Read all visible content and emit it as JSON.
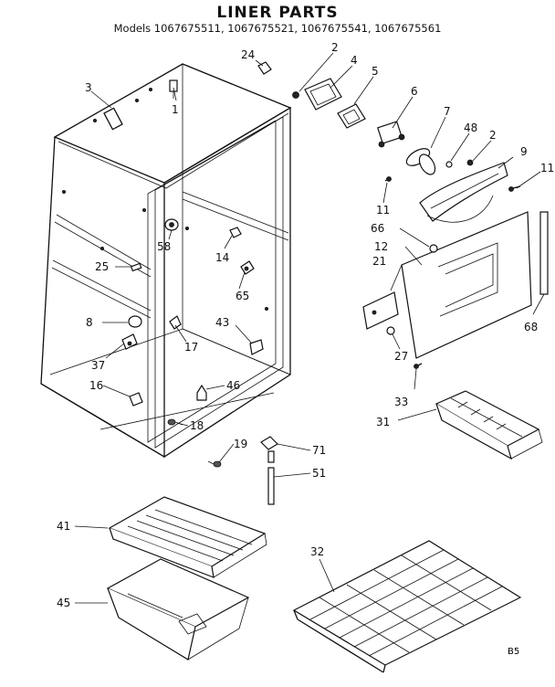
{
  "header": {
    "title": "LINER PARTS",
    "models": "Models 1067675511, 1067675521, 1067675541, 1067675561"
  },
  "footer_code": "B5",
  "callouts": {
    "c1": "1",
    "c2a": "2",
    "c2b": "2",
    "c3": "3",
    "c4": "4",
    "c5": "5",
    "c6": "6",
    "c7": "7",
    "c8": "8",
    "c9": "9",
    "c11a": "11",
    "c11b": "11",
    "c12": "12",
    "c14": "14",
    "c16": "16",
    "c17": "17",
    "c18": "18",
    "c19": "19",
    "c21": "21",
    "c24": "24",
    "c25": "25",
    "c27": "27",
    "c31": "31",
    "c32": "32",
    "c33": "33",
    "c37": "37",
    "c41": "41",
    "c43": "43",
    "c45": "45",
    "c46": "46",
    "c48": "48",
    "c51": "51",
    "c58": "58",
    "c65": "65",
    "c66": "66",
    "c68": "68",
    "c71": "71"
  }
}
